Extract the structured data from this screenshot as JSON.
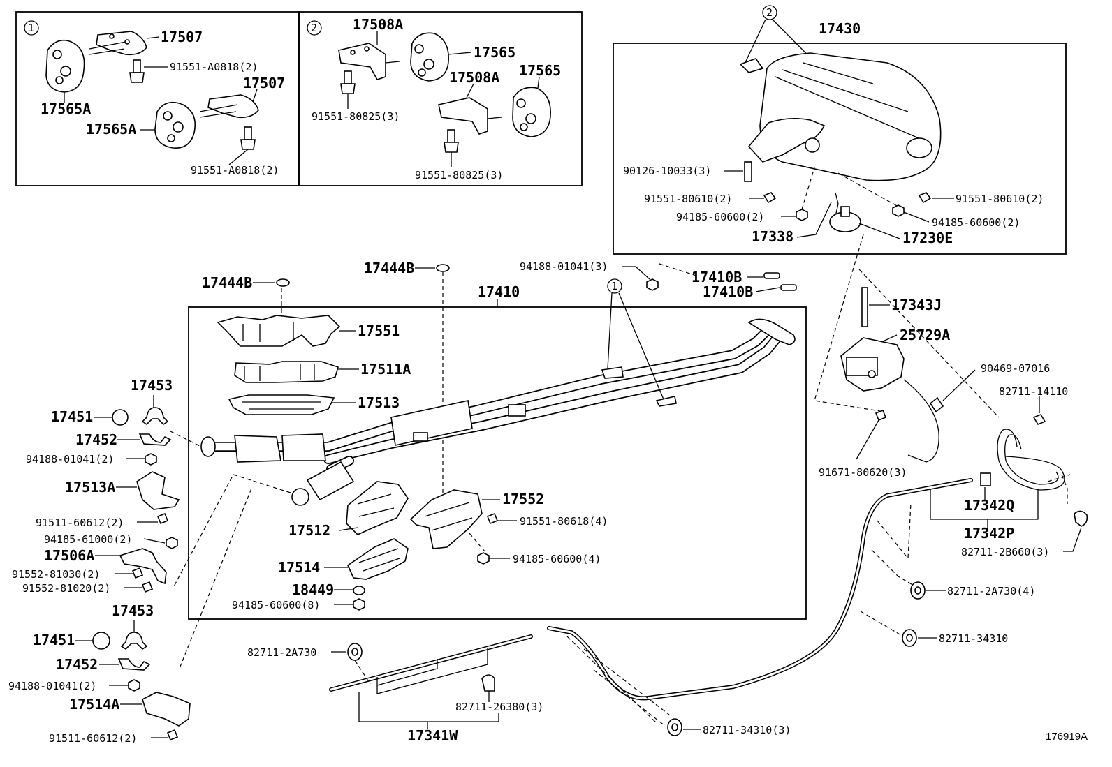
{
  "diagram_id": "176919A",
  "inset1": {
    "marker": "1",
    "p17507a": "17507",
    "p91551a": "91551-A0818(2)",
    "p17565a1": "17565A",
    "p17507b": "17507",
    "p17565a2": "17565A",
    "p91551b": "91551-A0818(2)"
  },
  "inset2": {
    "marker": "2",
    "p17508a1": "17508A",
    "p17565a": "17565",
    "p17508a2": "17508A",
    "p17565b": "17565",
    "p91551a": "91551-80825(3)",
    "p91551b": "91551-80825(3)"
  },
  "muffler": {
    "marker": "2",
    "p17430": "17430",
    "p90126": "90126-10033(3)",
    "p91551l": "91551-80610(2)",
    "p94185l": "94185-60600(2)",
    "p17338": "17338",
    "p91551r": "91551-80610(2)",
    "p94185r": "94185-60600(2)",
    "p17230e": "17230E"
  },
  "center": {
    "p94188": "94188-01041(3)",
    "p17410b1": "17410B",
    "p17410b2": "17410B",
    "p17444b1": "17444B",
    "p17444b2": "17444B",
    "p17410": "17410",
    "marker": "1",
    "p17551": "17551",
    "p17511a": "17511A",
    "p17513": "17513",
    "p17552": "17552",
    "p91551": "91551-80618(4)",
    "p17512": "17512",
    "p94185a": "94185-60600(4)",
    "p17514": "17514",
    "p18449": "18449",
    "p94185b": "94185-60600(8)"
  },
  "left": {
    "p17453a": "17453",
    "p17451a": "17451",
    "p17452a": "17452",
    "p94188a": "94188-01041(2)",
    "p17513a": "17513A",
    "p91511a": "91511-60612(2)",
    "p94185": "94185-61000(2)",
    "p17506a": "17506A",
    "p91552a": "91552-81030(2)",
    "p91552b": "91552-81020(2)",
    "p17453b": "17453",
    "p17451b": "17451",
    "p17452b": "17452",
    "p94188b": "94188-01041(2)",
    "p17514a": "17514A",
    "p91511b": "91511-60612(2)"
  },
  "right": {
    "p17343j": "17343J",
    "p25729a": "25729A",
    "p90469": "90469-07016",
    "p82711a": "82711-14110",
    "p91671": "91671-80620(3)",
    "p17342q": "17342Q",
    "p17342p": "17342P",
    "p82711b": "82711-2B660(3)",
    "p82711c": "82711-2A730(4)",
    "p82711d": "82711-34310"
  },
  "bottom": {
    "p82711a": "82711-2A730",
    "p82711b": "82711-26380(3)",
    "p17341w": "17341W",
    "p82711c": "82711-34310(3)"
  }
}
